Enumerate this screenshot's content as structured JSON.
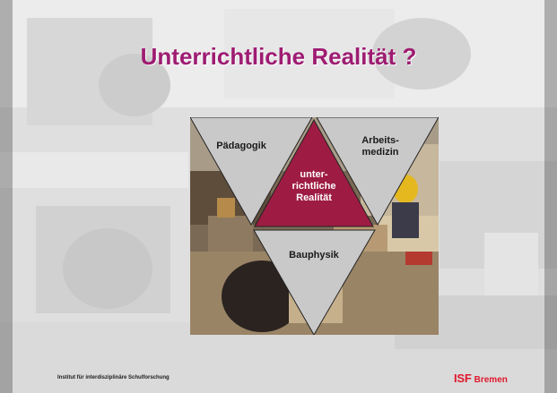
{
  "slide": {
    "title": "Unterrichtliche Realität ?",
    "accent_color": "#9e1c72",
    "diagram": {
      "left_triangle": "Pädagogik",
      "right_triangle_line1": "Arbeits-",
      "right_triangle_line2": "medizin",
      "center_line1": "unter-",
      "center_line2": "richtliche",
      "center_line3": "Realität",
      "bottom_triangle": "Bauphysik",
      "center_color": "#9e1c44",
      "outer_color": "#c9c9c9"
    },
    "footer": {
      "institute": "Institut für interdisziplinäre Schulforschung",
      "logo_isf": "ISF",
      "logo_city": "Bremen",
      "logo_color": "#e0182d"
    }
  }
}
